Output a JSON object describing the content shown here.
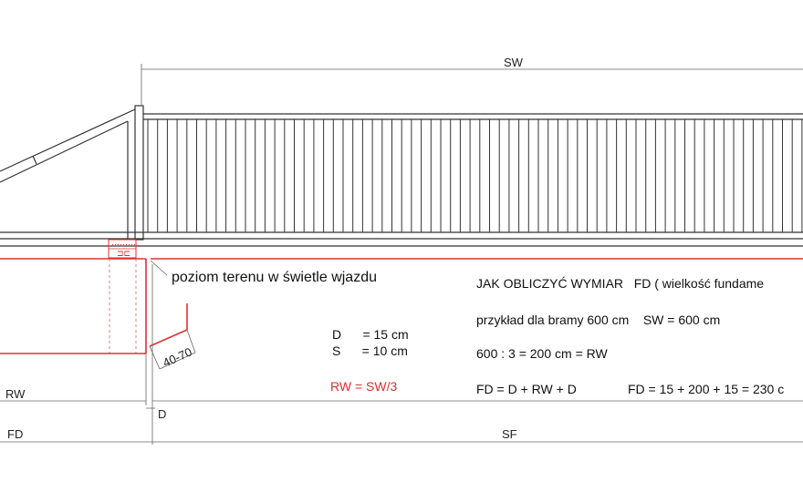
{
  "dimensions": {
    "sw": "SW",
    "rw": "RW",
    "fd": "FD",
    "sf": "SF",
    "d": "D",
    "depth": "40-70"
  },
  "labels": {
    "ground_level": "poziom terenu w świetle wjazdu"
  },
  "legend": {
    "d_line": "D      = 15 cm",
    "s_line": "S      = 10 cm",
    "rw_formula": "RW = SW/3"
  },
  "calculation": {
    "title": "JAK OBLICZYĆ WYMIAR   FD ( wielkość fundame",
    "example": "przykład dla bramy 600 cm    SW = 600 cm",
    "step1": "600 : 3 = 200 cm = RW",
    "step2a": "FD = D + RW + D",
    "step2b": "FD = 15 + 200 + 15 = 230 c"
  },
  "colors": {
    "line": "#333333",
    "foundation": "#e03030",
    "dimension": "#555555"
  }
}
